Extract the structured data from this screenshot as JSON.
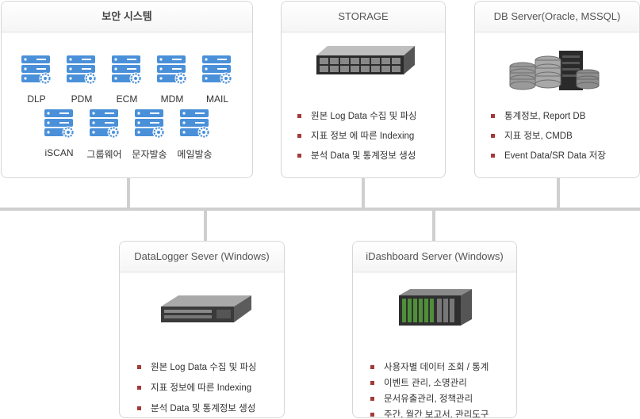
{
  "security": {
    "title": "보안 시스템",
    "items_row1": [
      "DLP",
      "PDM",
      "ECM",
      "MDM",
      "MAIL"
    ],
    "items_row2": [
      "iSCAN",
      "그룹웨어",
      "문자발송",
      "메일발송"
    ]
  },
  "storage": {
    "title": "STORAGE",
    "bullets": [
      "원본 Log Data 수집 및 파싱",
      "지표 정보 에 따른 Indexing",
      "분석 Data 및 통계정보 생성"
    ]
  },
  "db": {
    "title": "DB Server(Oracle, MSSQL)",
    "bullets": [
      "통계정보, Report DB",
      "지표 정보, CMDB",
      "Event Data/SR Data 저장"
    ]
  },
  "datalogger": {
    "title": "DataLogger Sever (Windows)",
    "bullets": [
      "원본 Log Data 수집 및 파싱",
      "지표 정보에 따른 Indexing",
      "분석 Data 및 통계정보 생성"
    ]
  },
  "idashboard": {
    "title": "iDashboard Server (Windows)",
    "bullets": [
      "사용자별 데이터 조회 / 통계",
      "이벤트 관리, 소명관리",
      "문서유출관리, 정책관리",
      "주간, 월간 보고서, 관리도구"
    ]
  },
  "colors": {
    "icon_blue": "#4a90d9",
    "bullet_red": "#a33a3a",
    "connector_gray": "#cfcfcf"
  }
}
